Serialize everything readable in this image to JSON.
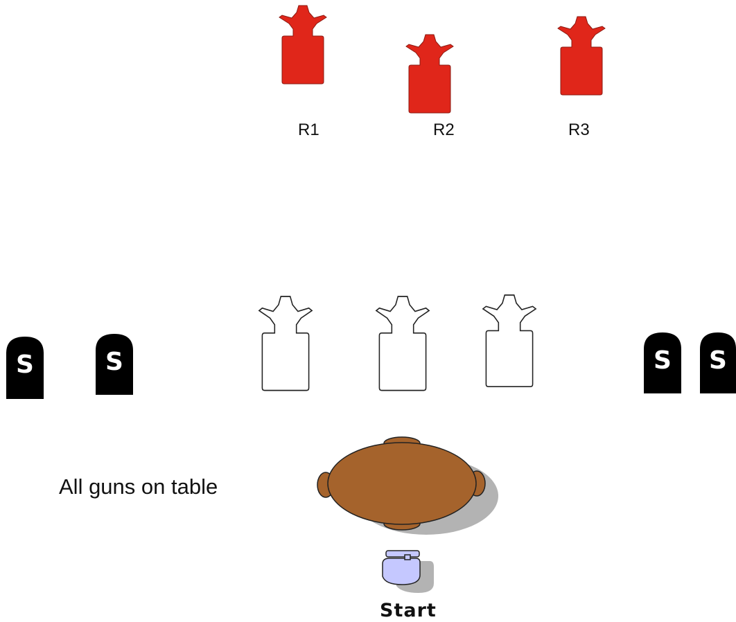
{
  "colors": {
    "red_target": "#e0261a",
    "no_shoot": "#000000",
    "no_shoot_text": "#ffffff",
    "table": "#a5632c",
    "table_shadow": "#b3b3b3",
    "chair": "#c5c8ff",
    "outline": "#222222",
    "white_target_fill": "#ffffff"
  },
  "targets": {
    "red": [
      {
        "label": "R1",
        "icon": "red-silhouette-target-icon"
      },
      {
        "label": "R2",
        "icon": "red-silhouette-target-icon"
      },
      {
        "label": "R3",
        "icon": "red-silhouette-target-icon"
      }
    ],
    "white": [
      {
        "icon": "white-silhouette-target-icon"
      },
      {
        "icon": "white-silhouette-target-icon"
      },
      {
        "icon": "white-silhouette-target-icon"
      }
    ],
    "no_shoot": [
      {
        "glyph": "S",
        "icon": "no-shoot-target-icon"
      },
      {
        "glyph": "S",
        "icon": "no-shoot-target-icon"
      },
      {
        "glyph": "S",
        "icon": "no-shoot-target-icon"
      },
      {
        "glyph": "S",
        "icon": "no-shoot-target-icon"
      }
    ]
  },
  "props": {
    "table": {
      "icon": "round-table-icon"
    },
    "chair": {
      "icon": "chair-icon"
    }
  },
  "notes": {
    "table_note": "All guns on table",
    "start_label": "Start"
  }
}
